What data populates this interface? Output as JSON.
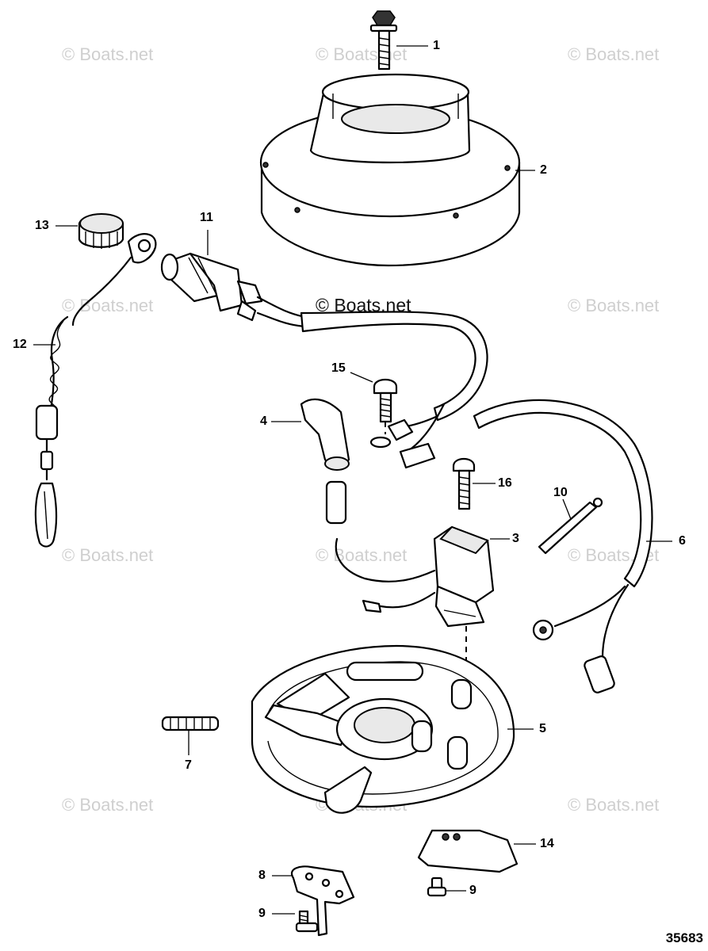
{
  "watermark": "© Boats.net",
  "center_watermark": "© Boats.net",
  "document_number": "35683",
  "callouts": [
    "1",
    "2",
    "3",
    "4",
    "5",
    "6",
    "7",
    "8",
    "9",
    "9",
    "10",
    "11",
    "12",
    "13",
    "14",
    "15",
    "16"
  ],
  "icons": [
    "exploded-parts-diagram"
  ]
}
